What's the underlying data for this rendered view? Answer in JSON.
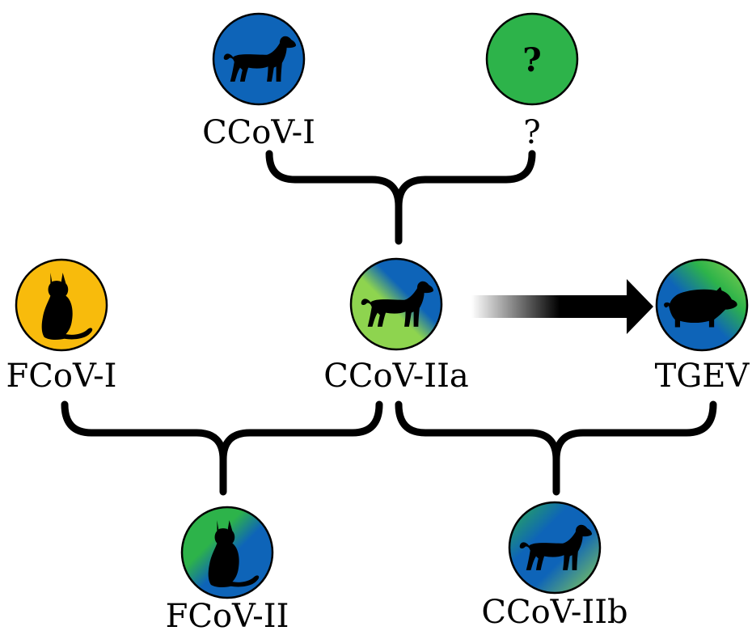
{
  "nodes": {
    "ccov_i": {
      "label": "CCoV-I"
    },
    "unknown": {
      "label": "?",
      "symbol": "?"
    },
    "fcov_i": {
      "label": "FCoV-I"
    },
    "ccov_iia": {
      "label": "CCoV-IIa"
    },
    "tgev": {
      "label": "TGEV"
    },
    "fcov_ii": {
      "label": "FCoV-II"
    },
    "ccov_iib": {
      "label": "CCoV-IIb"
    }
  },
  "colors": {
    "blue": "#0e64b8",
    "green": "#2db34a",
    "lime": "#8ed44f",
    "yellow": "#f8bb0c",
    "black": "#000000"
  },
  "icons": {
    "ccov_i": "dog-icon",
    "unknown": "question-icon",
    "fcov_i": "cat-icon",
    "ccov_iia": "dog-icon",
    "tgev": "pig-icon",
    "fcov_ii": "cat-icon",
    "ccov_iib": "dog-icon"
  }
}
